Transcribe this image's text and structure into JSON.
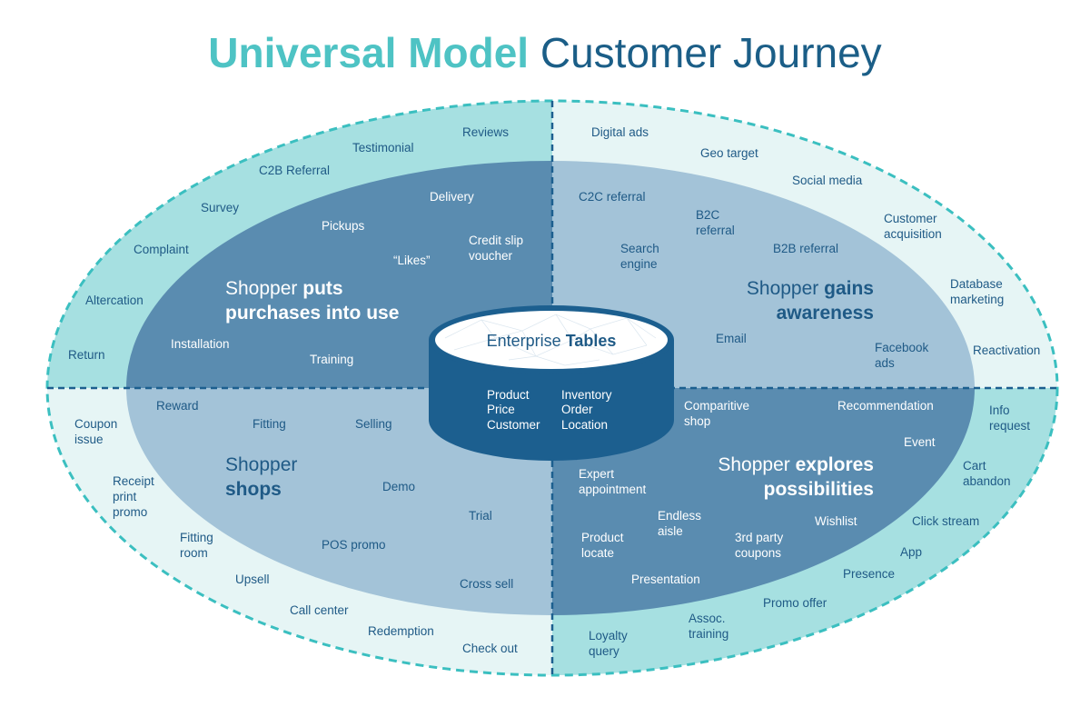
{
  "title": {
    "strong": "Universal Model",
    "rest": "Customer Journey"
  },
  "colors": {
    "outer_teal": "#a6e0e1",
    "outer_light": "#e6f5f5",
    "inner_dark": "#5a8cb0",
    "inner_light": "#a3c3d8",
    "dashed_border": "#3bbfc0",
    "cylinder_body": "#1c5f8f",
    "text_dark": "#1f5a86",
    "title_teal": "#4ec3c4"
  },
  "hub": {
    "title_plain": "Enterprise",
    "title_bold": "Tables",
    "col1": [
      "Product",
      "Price",
      "Customer"
    ],
    "col2": [
      "Inventory",
      "Order",
      "Location"
    ]
  },
  "stages": {
    "use": {
      "line1_plain": "Shopper",
      "line1_bold": "puts",
      "line2_bold": "purchases into use"
    },
    "awareness": {
      "line1_plain": "Shopper",
      "line1_bold": "gains",
      "line2_bold": "awareness"
    },
    "shops": {
      "line1_plain": "Shopper",
      "line2_bold": "shops"
    },
    "explores": {
      "line1_plain": "Shopper",
      "line1_bold": "explores",
      "line2_bold": "possibilities"
    }
  },
  "labels": {
    "reviews": "Reviews",
    "testimonial": "Testimonial",
    "c2b_referral": "C2B Referral",
    "survey": "Survey",
    "complaint": "Complaint",
    "altercation": "Altercation",
    "return": "Return",
    "delivery": "Delivery",
    "pickups": "Pickups",
    "credit_slip": [
      "Credit slip",
      "voucher"
    ],
    "likes": "“Likes”",
    "installation": "Installation",
    "training": "Training",
    "digital_ads": "Digital ads",
    "geo_target": "Geo target",
    "social_media": "Social media",
    "customer_acquisition": [
      "Customer",
      "acquisition"
    ],
    "database_marketing": [
      "Database",
      "marketing"
    ],
    "reactivation": "Reactivation",
    "c2c_referral": "C2C referral",
    "b2c_referral": [
      "B2C",
      "referral"
    ],
    "b2b_referral": "B2B referral",
    "search_engine": [
      "Search",
      "engine"
    ],
    "email": "Email",
    "facebook_ads": [
      "Facebook",
      "ads"
    ],
    "reward": "Reward",
    "fitting": "Fitting",
    "selling": "Selling",
    "demo": "Demo",
    "trial": "Trial",
    "pos_promo": "POS promo",
    "cross_sell": "Cross sell",
    "coupon_issue": [
      "Coupon",
      "issue"
    ],
    "receipt_print_promo": [
      "Receipt",
      "print",
      "promo"
    ],
    "fitting_room": [
      "Fitting",
      "room"
    ],
    "upsell": "Upsell",
    "call_center": "Call center",
    "redemption": "Redemption",
    "check_out": "Check out",
    "comparitive_shop": [
      "Comparitive",
      "shop"
    ],
    "recommendation": "Recommendation",
    "event": "Event",
    "expert_appointment": [
      "Expert",
      "appointment"
    ],
    "endless_aisle": [
      "Endless",
      "aisle"
    ],
    "wishlist": "Wishlist",
    "product_locate": [
      "Product",
      "locate"
    ],
    "third_party_coupons": [
      "3rd party",
      "coupons"
    ],
    "presentation": "Presentation",
    "info_request": [
      "Info",
      "request"
    ],
    "cart_abandon": [
      "Cart",
      "abandon"
    ],
    "click_stream": "Click stream",
    "app": "App",
    "presence": "Presence",
    "promo_offer": "Promo offer",
    "assoc_training": [
      "Assoc.",
      "training"
    ],
    "loyalty_query": [
      "Loyalty",
      "query"
    ]
  }
}
